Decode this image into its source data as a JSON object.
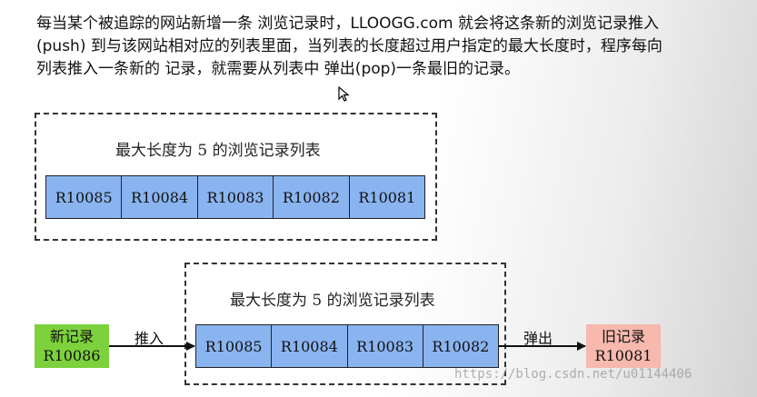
{
  "paragraph": {
    "line1": "每当某个被追踪的网站新增一条 浏览记录时，LLOOGG.com 就会将这条新的浏览记录推入",
    "line2": "(push) 到与该网站相对应的列表里面，当列表的长度超过用户指定的最大长度时，程序每向",
    "line3": "列表推入一条新的 记录，就需要从列表中 弹出(pop)一条最旧的记录。"
  },
  "list_before": {
    "title": "最大长度为 5 的浏览记录列表",
    "items": [
      "R10085",
      "R10084",
      "R10083",
      "R10082",
      "R10081"
    ]
  },
  "list_after": {
    "title": "最大长度为 5 的浏览记录列表",
    "items": [
      "R10085",
      "R10084",
      "R10083",
      "R10082"
    ]
  },
  "new_record": {
    "label": "新记录",
    "id": "R10086",
    "color": "#7cd13c"
  },
  "old_record": {
    "label": "旧记录",
    "id": "R10081",
    "color": "#f7b8ae"
  },
  "edges": {
    "push_label": "推入",
    "pop_label": "弹出"
  },
  "cell_color": "#8ab4f0",
  "watermark": "https://blog.csdn.net/u01144406"
}
